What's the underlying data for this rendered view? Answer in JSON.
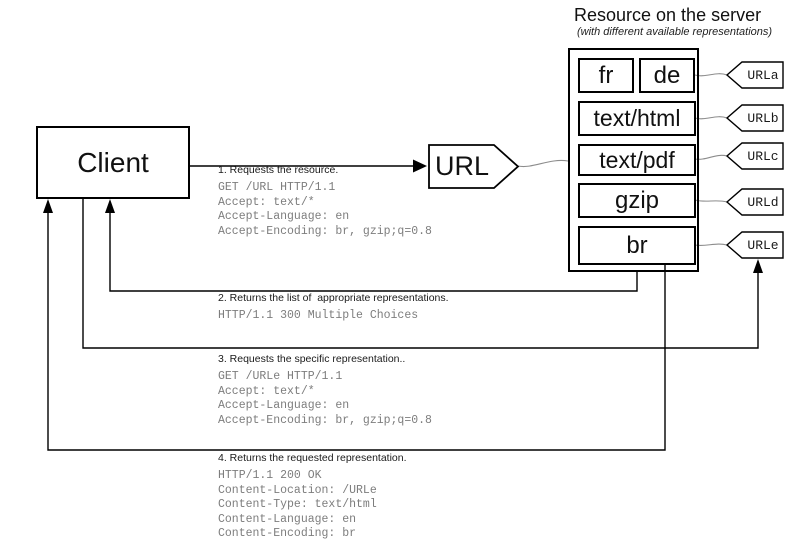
{
  "header": {
    "title": "Resource on the server",
    "subtitle": "(with different available representations)"
  },
  "client": {
    "label": "Client"
  },
  "url_node": {
    "label": "URL"
  },
  "server": {
    "representations": [
      {
        "label": "fr"
      },
      {
        "label": "de"
      },
      {
        "label": "text/html"
      },
      {
        "label": "text/pdf"
      },
      {
        "label": "gzip"
      },
      {
        "label": "br"
      }
    ]
  },
  "url_tags": [
    {
      "label": "URLa"
    },
    {
      "label": "URLb"
    },
    {
      "label": "URLc"
    },
    {
      "label": "URLd"
    },
    {
      "label": "URLe"
    }
  ],
  "messages": [
    {
      "heading": "1. Requests the resource.",
      "lines": [
        "GET /URL HTTP/1.1",
        "Accept: text/*",
        "Accept-Language: en",
        "Accept-Encoding: br, gzip;q=0.8"
      ]
    },
    {
      "heading": "2. Returns the list of  appropriate representations.",
      "lines": [
        "HTTP/1.1 300 Multiple Choices"
      ]
    },
    {
      "heading": "3. Requests the specific representation..",
      "lines": [
        "GET /URLe HTTP/1.1",
        "Accept: text/*",
        "Accept-Language: en",
        "Accept-Encoding: br, gzip;q=0.8"
      ]
    },
    {
      "heading": "4. Returns the requested representation.",
      "lines": [
        "HTTP/1.1 200 OK",
        "Content-Location: /URLe",
        "Content-Type: text/html",
        "Content-Language: en",
        "Content-Encoding: br"
      ]
    }
  ],
  "colors": {
    "line": "#000000",
    "connector": "#8c8c8c",
    "mono_text": "#7d7d7d",
    "heading_text": "#1a1a1a",
    "background": "#ffffff"
  }
}
